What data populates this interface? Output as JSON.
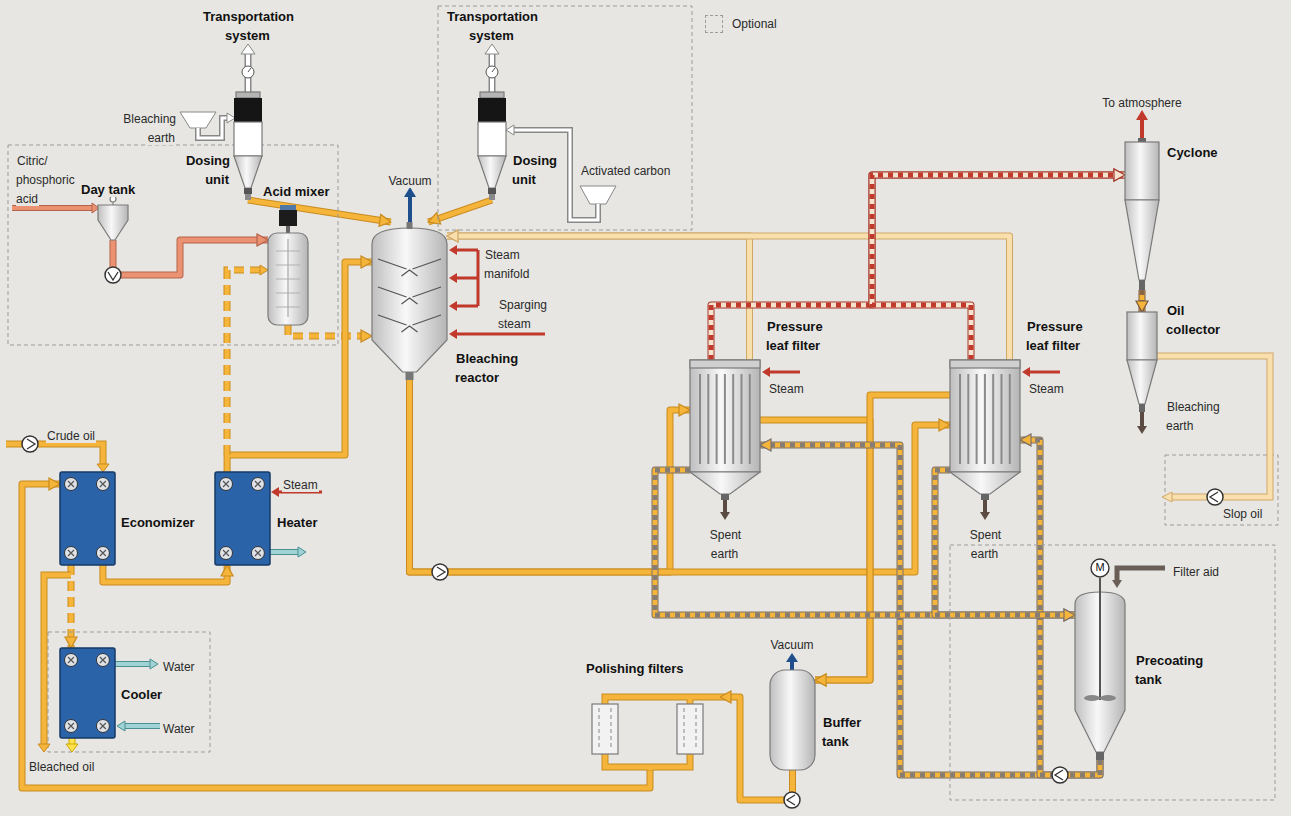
{
  "diagram": {
    "nodes": [
      {
        "text": [
          "Dosing unit"
        ]
      },
      {
        "text": [
          "Dosing unit"
        ]
      },
      {
        "text": [
          "Day tank"
        ]
      },
      {
        "text": [
          "Acid mixer"
        ]
      },
      {
        "text": [
          "Bleaching reactor"
        ]
      },
      {
        "text": [
          "Pressure leaf filter"
        ]
      },
      {
        "text": [
          "Pressure leaf filter"
        ]
      },
      {
        "text": [
          "Cyclone"
        ]
      },
      {
        "text": [
          "Oil collector"
        ]
      },
      {
        "text": [
          "Economizer"
        ]
      },
      {
        "text": [
          "Heater"
        ]
      },
      {
        "text": [
          "Cooler"
        ]
      },
      {
        "text": [
          "Polishing filters"
        ]
      },
      {
        "text": [
          "Buffer tank"
        ]
      },
      {
        "text": [
          "M"
        ]
      },
      {
        "text": [
          "Precoating tank"
        ]
      }
    ],
    "edges": [
      {
        "from": 0,
        "to": 4,
        "arrow": "to"
      },
      {
        "from": 1,
        "to": 4,
        "arrow": "to"
      },
      {
        "from": 2,
        "to": 3,
        "arrow": "to"
      },
      {
        "from": 3,
        "to": 4,
        "arrow": "to"
      },
      {
        "from": 10,
        "to": 4,
        "arrow": "to"
      },
      {
        "from": 9,
        "to": 10,
        "arrow": "to"
      },
      {
        "from": 4,
        "to": 5,
        "arrow": "to"
      },
      {
        "from": 4,
        "to": 6,
        "arrow": "to"
      },
      {
        "from": 5,
        "to": 4,
        "arrow": "to"
      },
      {
        "from": 6,
        "to": 4,
        "arrow": "to"
      },
      {
        "from": 5,
        "to": 13,
        "arrow": "to"
      },
      {
        "from": 6,
        "to": 13,
        "arrow": "to"
      },
      {
        "from": 5,
        "to": 7,
        "arrow": "to"
      },
      {
        "from": 6,
        "to": 7,
        "arrow": "to"
      },
      {
        "from": 7,
        "to": 8,
        "arrow": "to"
      },
      {
        "from": 13,
        "to": 12,
        "arrow": "to"
      },
      {
        "from": 12,
        "to": 9,
        "arrow": "to"
      },
      {
        "from": 9,
        "to": 11,
        "arrow": "to"
      },
      {
        "from": 15,
        "to": 5,
        "arrow": "to"
      },
      {
        "from": 15,
        "to": 6,
        "arrow": "to"
      },
      {
        "from": 5,
        "to": 15,
        "arrow": "to"
      },
      {
        "from": 6,
        "to": 15,
        "arrow": "to"
      }
    ],
    "labels": [
      "Transportation system",
      "Transportation system",
      "Bleaching earth",
      "Activated carbon",
      "Vacuum",
      "Citric/ phosphoric acid",
      "Steam manifold",
      "Sparging steam",
      "Crude oil",
      "Steam",
      "Water",
      "Water",
      "Bleached oil",
      "Steam",
      "Steam",
      "Spent earth",
      "Spent earth",
      "To atmosphere",
      "Bleaching earth",
      "Slop oil",
      "Filter aid",
      "Vacuum"
    ],
    "legend": [
      {
        "text": "Optional"
      }
    ]
  }
}
